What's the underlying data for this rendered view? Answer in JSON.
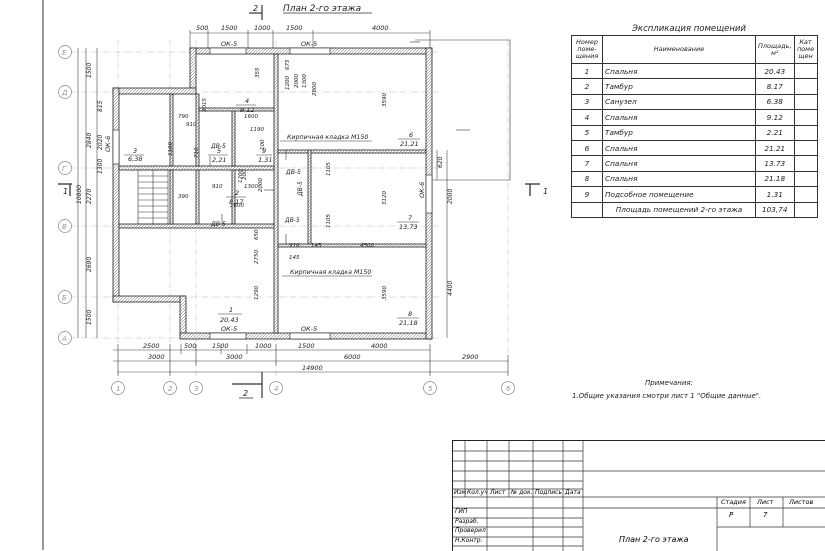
{
  "plan": {
    "title": "План 2-го этажа",
    "section_label": "2",
    "cut_label": "1"
  },
  "dims": {
    "top_row": [
      "500",
      "1500",
      "1000",
      "1500",
      "4000"
    ],
    "bottom_row1": [
      "2500",
      "500",
      "1500",
      "1000",
      "1500",
      "4000"
    ],
    "bottom_row2": [
      "3000",
      "3000",
      "6000",
      "2900"
    ],
    "total_bottom": "14900",
    "left_col": [
      "1500",
      "815",
      "2840",
      "2020",
      "1300",
      "2270",
      "10800",
      "2690",
      "1500"
    ],
    "right_col": [
      "4400",
      "2000",
      "620"
    ],
    "interior": [
      "355",
      "675",
      "1200",
      "2000",
      "1300",
      "2800",
      "3590",
      "790",
      "910",
      "3015",
      "1600",
      "1190",
      "1100",
      "1200",
      "390",
      "910",
      "1300",
      "200",
      "1600",
      "2000",
      "1105",
      "3120",
      "1105",
      "910",
      "4500",
      "145",
      "145",
      "3590",
      "2750",
      "1290",
      "650",
      "710",
      "100"
    ]
  },
  "windows": {
    "top": [
      "ОК-5",
      "ОК-5"
    ],
    "bottom": [
      "ОК-5",
      "ОК-5"
    ],
    "right": [
      "ОК-6"
    ],
    "left": [
      "ОК-6"
    ]
  },
  "doors": [
    "ДВ-5",
    "ДВ-5",
    "ДВ-5",
    "ДВ-5",
    "ДВ-5"
  ],
  "notes_on_plan": [
    "Кирпичная кладка М150",
    "Кирпичная кладка М150"
  ],
  "room_labels": [
    {
      "num": "1",
      "area": "20,43"
    },
    {
      "num": "2",
      "area": "8,17"
    },
    {
      "num": "3",
      "area": "6,38"
    },
    {
      "num": "4",
      "area": "9,12"
    },
    {
      "num": "5",
      "area": "2,21"
    },
    {
      "num": "6",
      "area": "21,21"
    },
    {
      "num": "7",
      "area": "13,73"
    },
    {
      "num": "8",
      "area": "21,18"
    },
    {
      "num": "9",
      "area": "1,31"
    }
  ],
  "axes": {
    "bottom": [
      "1",
      "2",
      "3",
      "4",
      "5",
      "6"
    ],
    "left": [
      "Е",
      "Д",
      "Г",
      "В",
      "Б",
      "А"
    ]
  },
  "explication": {
    "title": "Экспликация помещений",
    "headers": {
      "num": "Номер поме- щения",
      "name": "Наименование",
      "area": "Площадь, м²",
      "cat": "Кат поме щен"
    },
    "rows": [
      {
        "num": "1",
        "name": "Спальня",
        "area": "20.43"
      },
      {
        "num": "2",
        "name": "Тамбур",
        "area": "8.17"
      },
      {
        "num": "3",
        "name": "Санузел",
        "area": "6.38"
      },
      {
        "num": "4",
        "name": "Спальня",
        "area": "9.12"
      },
      {
        "num": "5",
        "name": "Тамбур",
        "area": "2.21"
      },
      {
        "num": "6",
        "name": "Спальня",
        "area": "21.21"
      },
      {
        "num": "7",
        "name": "Спальня",
        "area": "13.73"
      },
      {
        "num": "8",
        "name": "Спальня",
        "area": "21.18"
      },
      {
        "num": "9",
        "name": "Подсобное помещение",
        "area": "1.31"
      }
    ],
    "total_label": "Площадь помещений 2-го этажа",
    "total_value": "103,74"
  },
  "notes": {
    "heading": "Примечания:",
    "text": "1.Общие указания смотри лист 1 \"Общие данные\"."
  },
  "title_block": {
    "col_headers": [
      "Изм",
      "Кол.уч",
      "Лист",
      "№ док.",
      "Подпись",
      "Дата"
    ],
    "roles": [
      "ГИП",
      "Разраб.",
      "Проверил",
      "Н.Контр."
    ],
    "stage_label": "Стадия",
    "sheet_label": "Лист",
    "sheets_label": "Листов",
    "stage_value": "Р",
    "sheet_value": "7",
    "sheet_title": "План 2-го этажа"
  }
}
